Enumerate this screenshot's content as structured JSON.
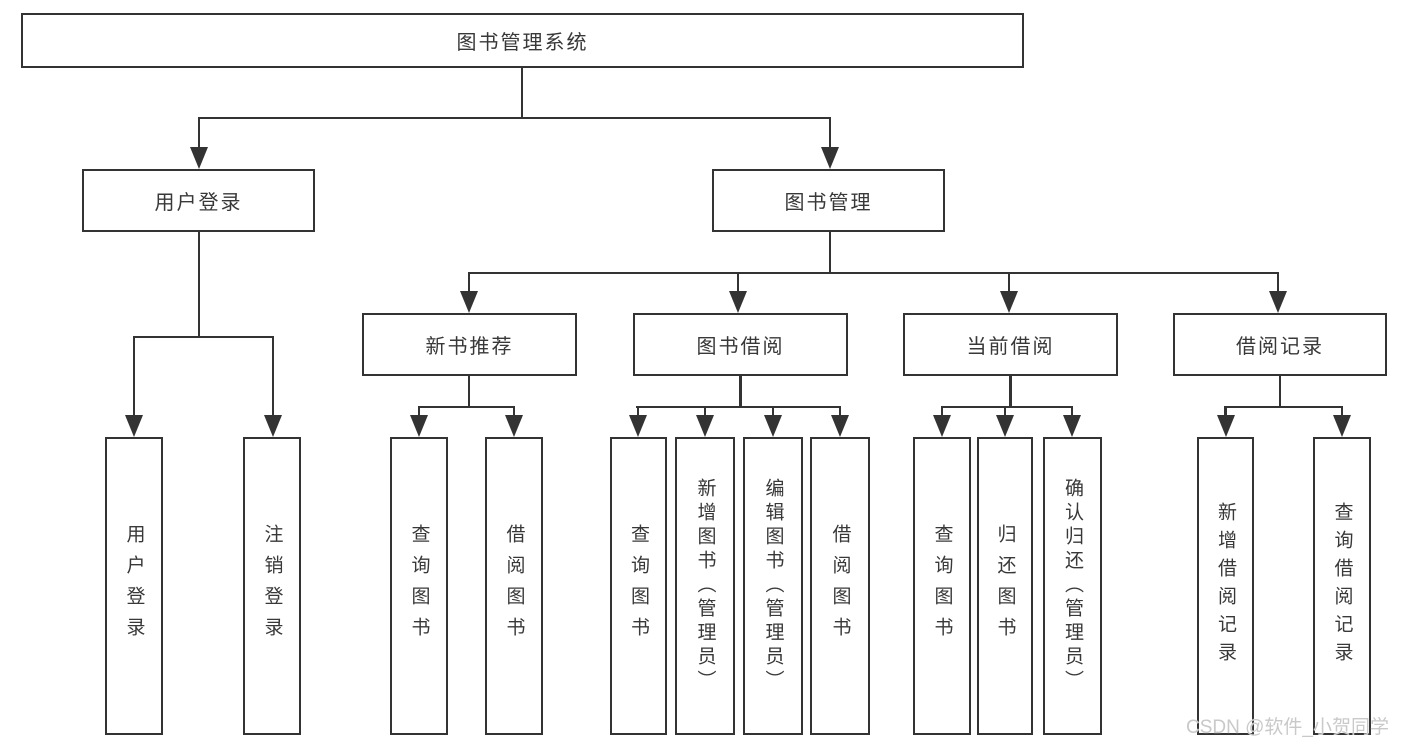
{
  "diagram": {
    "title": "图书管理系统",
    "colors": {
      "line": "#333333",
      "text": "#383838",
      "background": "#ffffff",
      "watermark": "#c9c9c9"
    },
    "root": {
      "label": "图书管理系统"
    },
    "branches": [
      {
        "label": "用户登录",
        "children": [
          "用户登录",
          "注销登录"
        ]
      },
      {
        "label": "图书管理",
        "children": [
          {
            "label": "新书推荐",
            "children": [
              "查询图书",
              "借阅图书"
            ]
          },
          {
            "label": "图书借阅",
            "children": [
              "查询图书",
              "新增图书（管理员）",
              "编辑图书（管理员）",
              "借阅图书"
            ]
          },
          {
            "label": "当前借阅",
            "children": [
              "查询图书",
              "归还图书",
              "确认归还（管理员）"
            ]
          },
          {
            "label": "借阅记录",
            "children": [
              "新增借阅记录",
              "查询借阅记录"
            ]
          }
        ]
      }
    ],
    "watermark": "CSDN @软件_小贺同学"
  }
}
